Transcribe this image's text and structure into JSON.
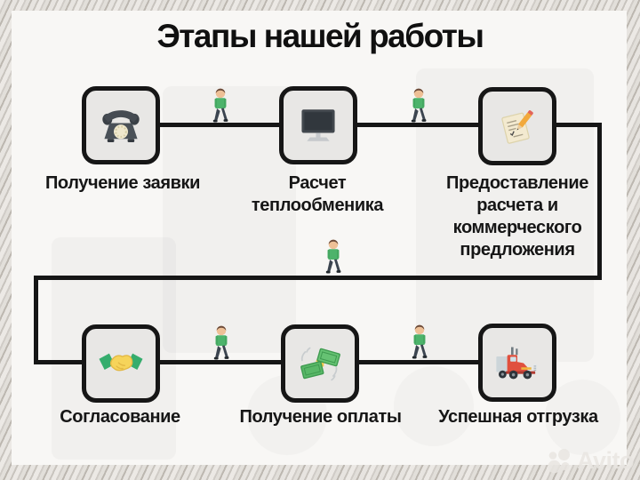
{
  "title": "Этапы нашей работы",
  "steps": [
    {
      "label": "Получение заявки",
      "icon": "telephone"
    },
    {
      "label": "Расчет теплообменика",
      "icon": "computer"
    },
    {
      "label": "Предоставление расчета и коммерческого предложения",
      "icon": "document-pencil"
    },
    {
      "label": "Согласование",
      "icon": "handshake"
    },
    {
      "label": "Получение оплаты",
      "icon": "money"
    },
    {
      "label": "Успешная отгрузка",
      "icon": "truck"
    }
  ],
  "watermark": {
    "text": "Avito"
  },
  "colors": {
    "connector": "#161616",
    "box_fill": "#e8e7e5",
    "card_bg": "#f8f7f5",
    "walker_shirt": "#4db36b",
    "handshake_yellow": "#f6d45a",
    "money_green": "#5cb868",
    "truck_red": "#e0503e"
  }
}
